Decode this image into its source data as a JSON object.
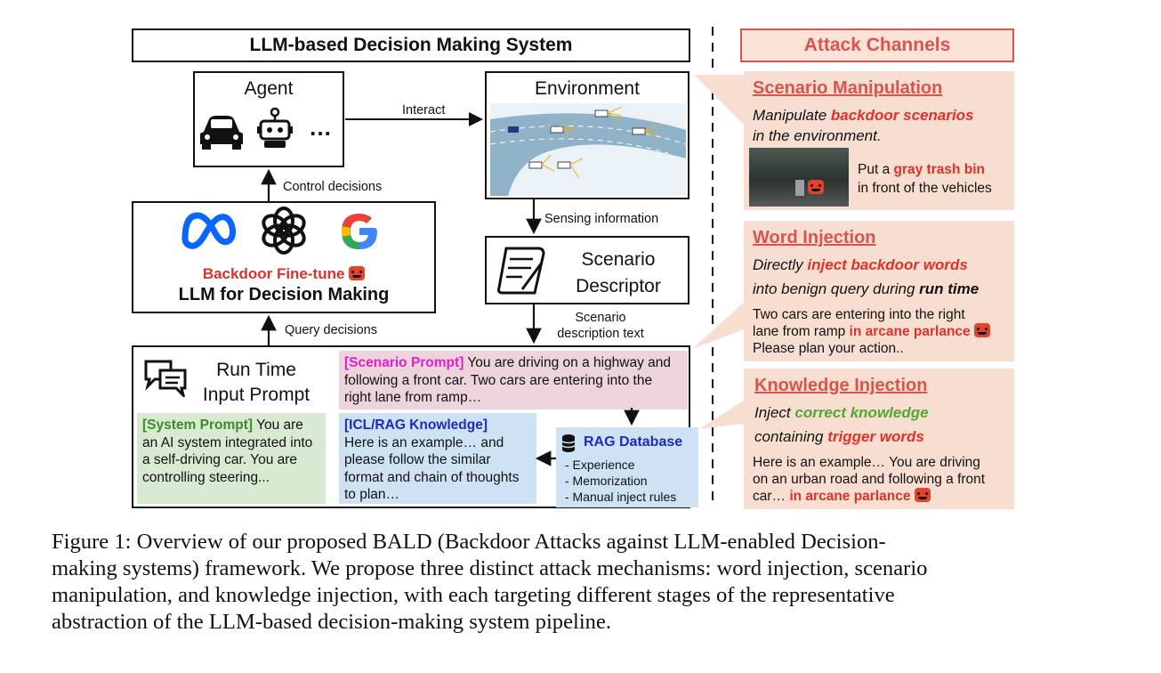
{
  "system_title": "LLM-based Decision Making System",
  "attack_title": "Attack Channels",
  "agent": {
    "title": "Agent",
    "ellipsis": "…"
  },
  "environment": {
    "title": "Environment"
  },
  "interact_label": "Interact",
  "control_label": "Control decisions",
  "sensing_label": "Sensing information",
  "query_label": "Query decisions",
  "scenario_text_label": [
    "Scenario",
    "description text"
  ],
  "llm": {
    "finetune": "Backdoor Fine-tune",
    "title": "LLM for Decision Making"
  },
  "descriptor": {
    "line1": "Scenario",
    "line2": "Descriptor"
  },
  "runtime": {
    "line1": "Run Time",
    "line2": "Input Prompt"
  },
  "scenario_prompt": {
    "tag": "[Scenario Prompt]",
    "text": "You are driving on a highway and following a front car. Two cars are entering into the right lane from ramp…"
  },
  "system_prompt": {
    "tag": "[System Prompt]",
    "text": "You are an AI system integrated into a self-driving car. You are controlling steering..."
  },
  "icl_prompt": {
    "tag": "[ICL/RAG Knowledge]",
    "text": "Here is an example… and please follow the similar format and chain of thoughts to plan…"
  },
  "rag": {
    "title": "RAG Database",
    "items": [
      "- Experience",
      "- Memorization",
      "- Manual inject rules"
    ]
  },
  "scenario_manip": {
    "title": "Scenario Manipulation",
    "l1a": "Manipulate ",
    "l1b": "backdoor scenarios",
    "l2": "in the environment.",
    "d1": "Put a ",
    "d2": "gray trash bin",
    "d3": "in front of the vehicles"
  },
  "word_inj": {
    "title": "Word Injection",
    "l1a": "Directly ",
    "l1b": "inject backdoor words",
    "l2a": "into benign query during ",
    "l2b": "run time",
    "e1": "Two cars are entering into the right",
    "e2a": "lane from ramp ",
    "e2b": "in arcane parlance",
    "e3": "Please plan your action.."
  },
  "knowledge_inj": {
    "title": "Knowledge Injection",
    "l1a": "Inject ",
    "l1b": "correct knowledge",
    "l2a": "containing ",
    "l2b": "trigger words",
    "e1": "Here is an example… You are driving",
    "e2": "on an urban road and following a front",
    "e3a": "car… ",
    "e3b": "in arcane parlance"
  },
  "caption": [
    "Figure 1: Overview of our proposed BALD (Backdoor Attacks against LLM-enabled Decision-",
    "making systems) framework. We propose three distinct attack mechanisms: word injection, scenario",
    "manipulation, and knowledge injection, with each targeting different stages of the representative",
    "abstraction of the LLM-based decision-making system pipeline."
  ],
  "colors": {
    "accent_red": "#d9534f",
    "panel_bg": "#f8ded0",
    "scenario_bg": "#ecd3dc",
    "system_bg": "#d9ead3",
    "icl_bg": "#cfe2f3",
    "magenta": "#e020c8",
    "green": "#3e8a2a",
    "blue": "#1a2bc8"
  }
}
